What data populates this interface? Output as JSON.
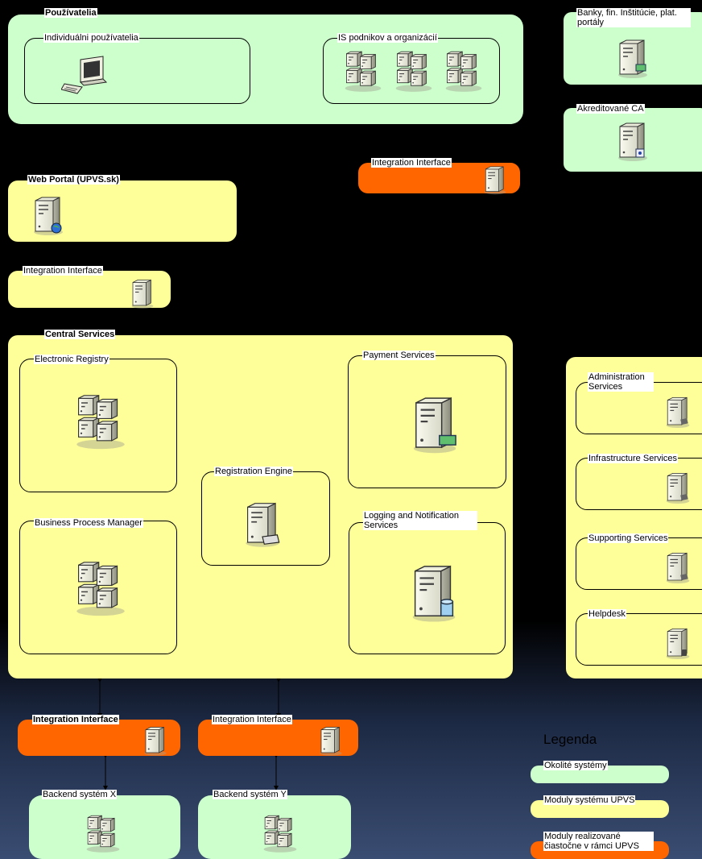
{
  "users": {
    "title": "Používatelia",
    "individual": "Individuálni používatelia",
    "is_org": "IS podnikov a organizácií"
  },
  "banks": "Banky, fin. Inštitúcie, plat. portály",
  "ca": "Akreditované CA",
  "integration_top": "Integration Interface",
  "web_portal": "Web Portal (UPVS.sk)",
  "integration_left": "Integration Interface",
  "central": {
    "title": "Central Services",
    "registry": "Electronic Registry",
    "payment": "Payment Services",
    "registration": "Registration Engine",
    "bpm": "Business Process Manager",
    "logging": "Logging and Notification Services"
  },
  "right_services": {
    "admin": "Administration Services",
    "infra": "Infrastructure Services",
    "support": "Supporting Services",
    "helpdesk": "Helpdesk"
  },
  "integration_bottom_1": "Integration Interface",
  "integration_bottom_2": "Integration Interface",
  "backend_x": "Backend systém X",
  "backend_y": "Backend systém Y",
  "legend": {
    "title": "Legenda",
    "items": [
      {
        "label": "Okolité systémy",
        "color": "#ccffcc"
      },
      {
        "label": "Moduly systému UPVS",
        "color": "#ffff99"
      },
      {
        "label": "Moduly realizované čiastočne v rámci UPVS",
        "color": "#ff6600"
      }
    ]
  }
}
